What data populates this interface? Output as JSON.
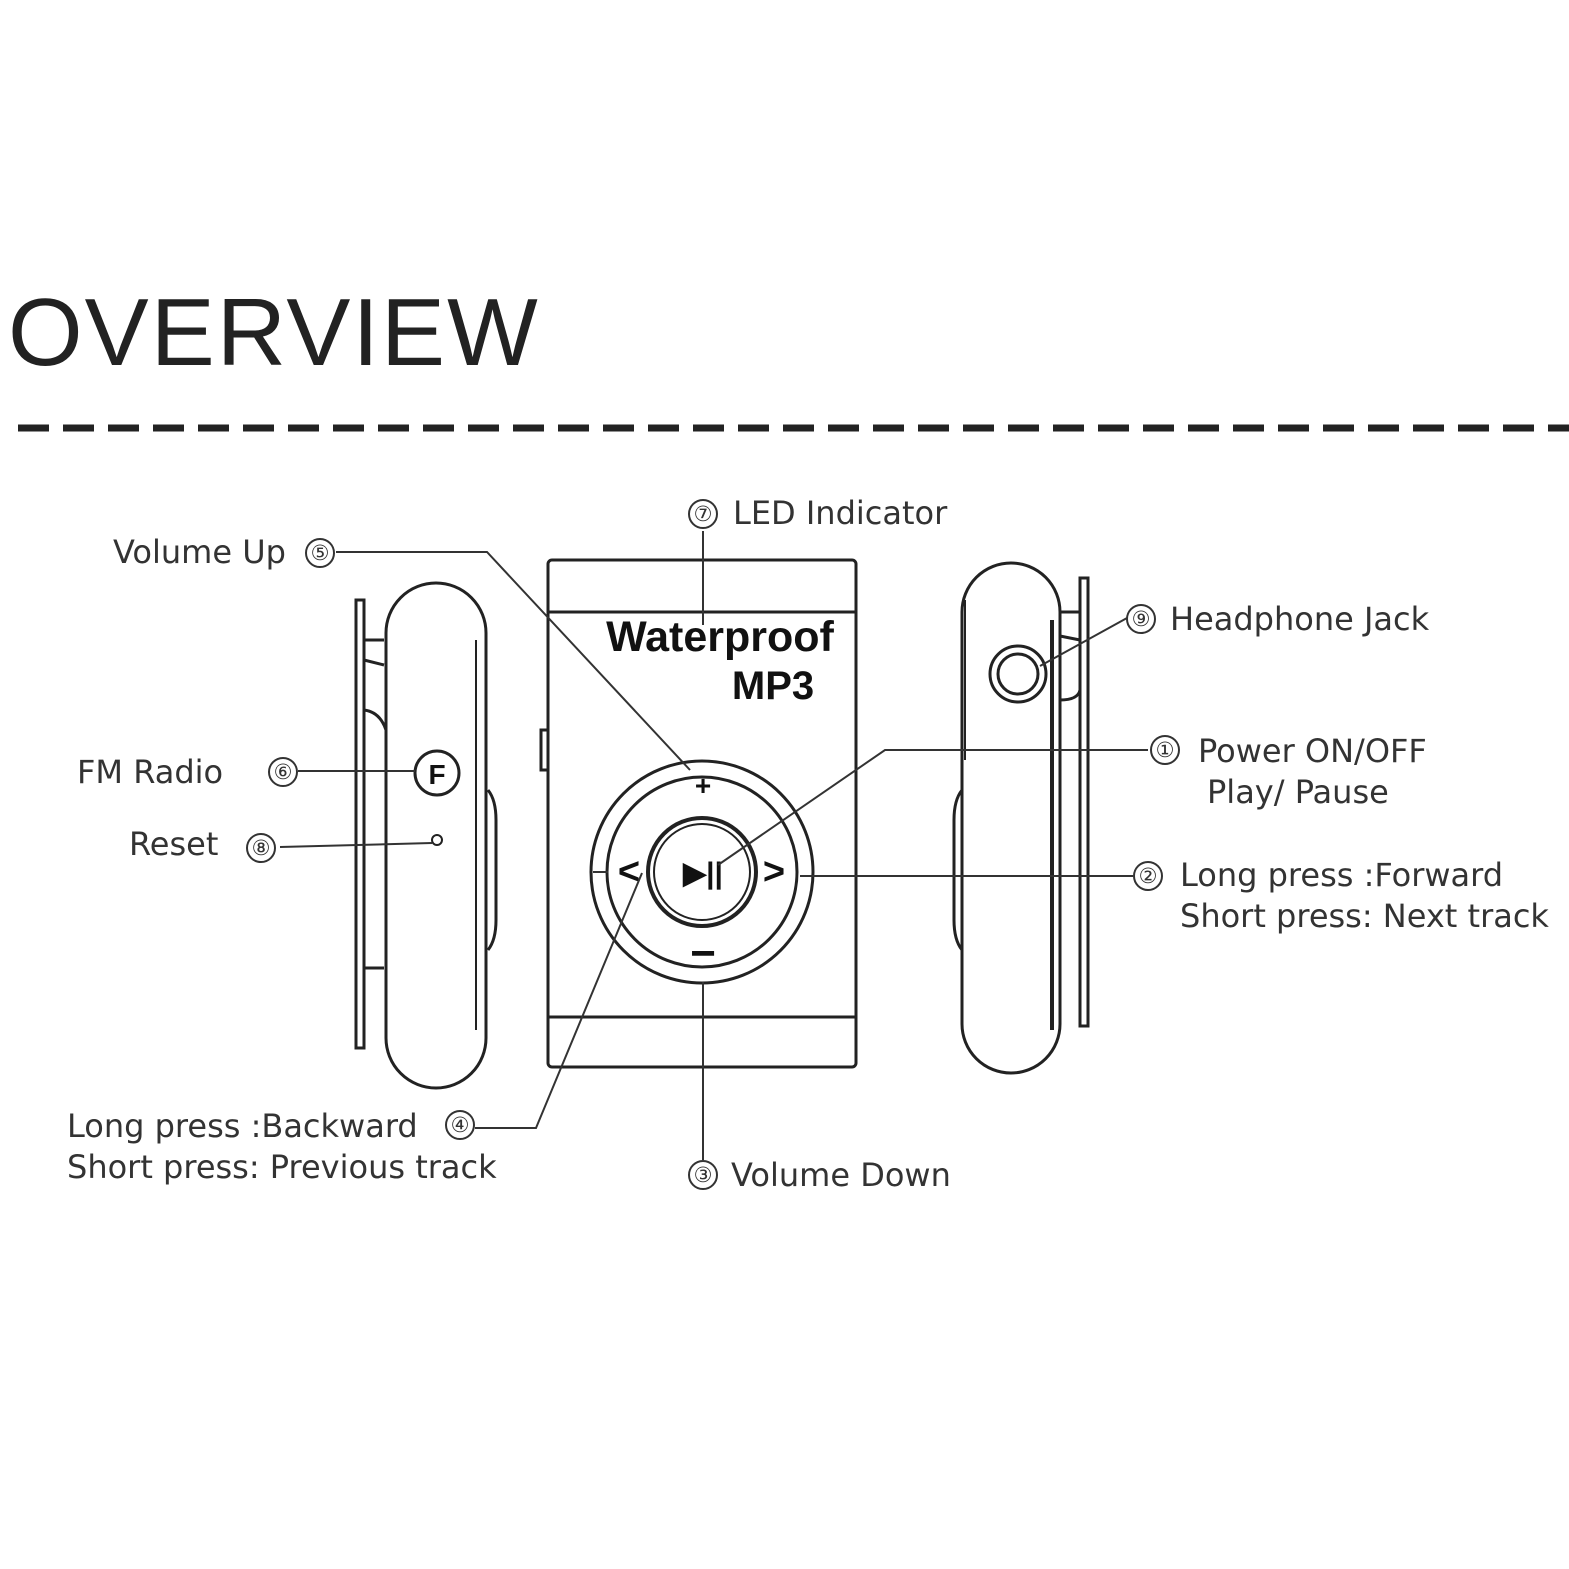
{
  "title": "OVERVIEW",
  "device": {
    "brand_line1": "Waterproof",
    "brand_line2": "MP3",
    "key_plus": "+",
    "key_minus": "−",
    "key_prev": "<",
    "key_next": ">",
    "key_play": "▶||",
    "key_fm": "F"
  },
  "callouts": [
    {
      "num": "⑦",
      "text": "LED Indicator"
    },
    {
      "num": "⑤",
      "text": "Volume Up"
    },
    {
      "num": "⑨",
      "text": "Headphone Jack"
    },
    {
      "num": "⑥",
      "text": "FM Radio"
    },
    {
      "num": "①",
      "text": "Power ON/OFF",
      "text2": "Play/ Pause"
    },
    {
      "num": "⑧",
      "text": "Reset"
    },
    {
      "num": "②",
      "text": "Long press :Forward",
      "text2": "Short press: Next track"
    },
    {
      "num": "④",
      "text": "Long press :Backward",
      "text2": "Short press: Previous track"
    },
    {
      "num": "③",
      "text": "Volume Down"
    }
  ]
}
